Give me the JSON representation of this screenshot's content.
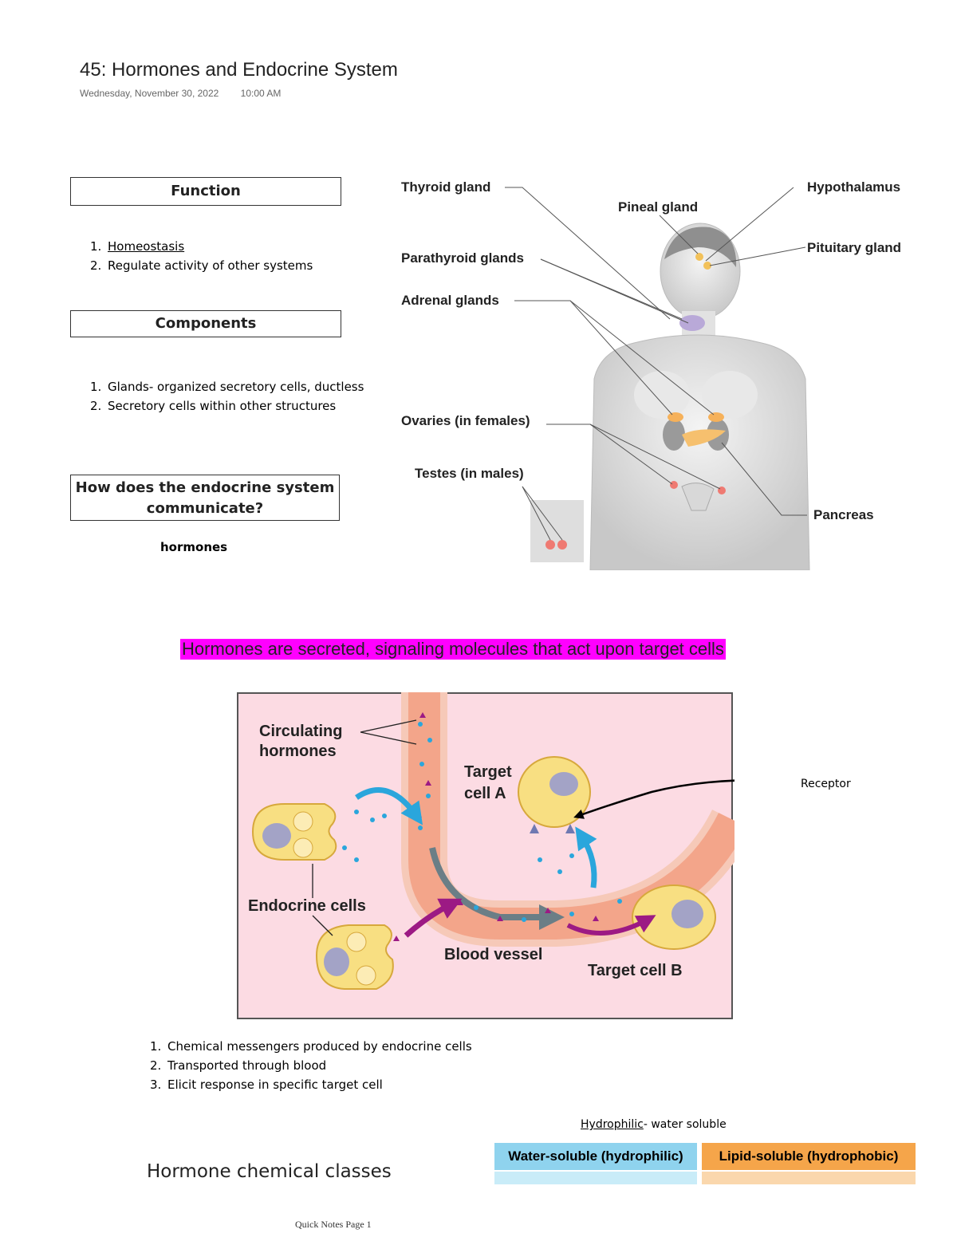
{
  "page": {
    "title": "45: Hormones and Endocrine System",
    "date": "Wednesday, November 30, 2022",
    "time": "10:00 AM",
    "footer": "Quick Notes Page 1"
  },
  "function_section": {
    "heading": "Function",
    "items": [
      "Homeostasis",
      "Regulate activity of other systems"
    ]
  },
  "components_section": {
    "heading": "Components",
    "items": [
      "Glands- organized secretory cells, ductless",
      "Secretory cells within other structures"
    ]
  },
  "communication": {
    "question": "How does the endocrine system communicate?",
    "answer": "hormones"
  },
  "anatomy_figure": {
    "labels": {
      "thyroid": "Thyroid gland",
      "pineal": "Pineal gland",
      "hypothalamus": "Hypothalamus",
      "pituitary": "Pituitary gland",
      "parathyroid": "Parathyroid glands",
      "adrenal": "Adrenal glands",
      "ovaries": "Ovaries (in females)",
      "testes": "Testes (in males)",
      "pancreas": "Pancreas"
    }
  },
  "highlight": "Hormones are secreted, signaling molecules that act upon target cells",
  "signaling_figure": {
    "labels": {
      "circulating_1": "Circulating",
      "circulating_2": "hormones",
      "target_a_1": "Target",
      "target_a_2": "cell A",
      "endocrine": "Endocrine cells",
      "vessel": "Blood vessel",
      "target_b": "Target cell B",
      "receptor": "Receptor"
    }
  },
  "hormone_points": [
    "Chemical messengers produced by endocrine cells",
    "Transported through blood",
    "Elicit response in specific target cell"
  ],
  "classes": {
    "heading": "Hormone chemical classes",
    "note_term": "Hydrophilic",
    "note_rest": "- water soluble",
    "col_water": "Water-soluble (hydrophilic)",
    "col_lipid": "Lipid-soluble (hydrophobic)"
  },
  "colors": {
    "highlight": "#ff00ff",
    "water_header": "#8fd3ee",
    "lipid_header": "#f5a54a",
    "figure_bg": "#fcdbe3",
    "vessel": "#f3a58a"
  }
}
